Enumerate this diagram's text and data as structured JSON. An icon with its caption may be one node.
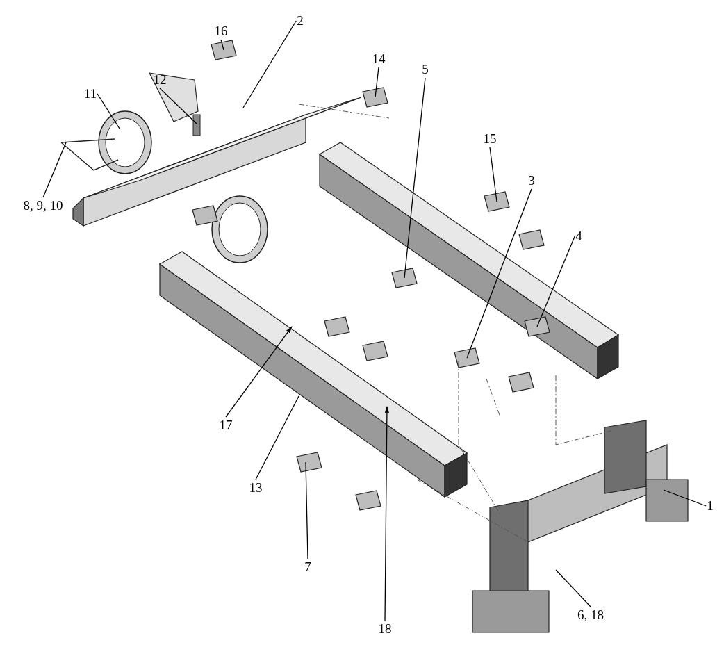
{
  "diagram": {
    "nodes": [
      {
        "text": [
          "16"
        ]
      },
      {
        "text": [
          "2"
        ]
      },
      {
        "text": [
          "12"
        ]
      },
      {
        "text": [
          "11"
        ]
      },
      {
        "text": [
          "14"
        ]
      },
      {
        "text": [
          "5"
        ]
      },
      {
        "text": [
          "15"
        ]
      },
      {
        "text": [
          "3"
        ]
      },
      {
        "text": [
          "4"
        ]
      },
      {
        "text": [
          "8, 9, 10"
        ]
      },
      {
        "text": [
          "17"
        ]
      },
      {
        "text": [
          "13"
        ]
      },
      {
        "text": [
          "1"
        ]
      },
      {
        "text": [
          "7"
        ]
      },
      {
        "text": [
          "6, 18"
        ]
      },
      {
        "text": [
          "18"
        ]
      }
    ],
    "edges": [
      {
        "from": 0,
        "to": null,
        "arrow": "none"
      },
      {
        "from": 1,
        "to": null,
        "arrow": "none"
      },
      {
        "from": 2,
        "to": null,
        "arrow": "none"
      },
      {
        "from": 3,
        "to": null,
        "arrow": "none"
      },
      {
        "from": 4,
        "to": null,
        "arrow": "none"
      },
      {
        "from": 5,
        "to": null,
        "arrow": "none"
      },
      {
        "from": 6,
        "to": null,
        "arrow": "none"
      },
      {
        "from": 7,
        "to": null,
        "arrow": "none"
      },
      {
        "from": 8,
        "to": null,
        "arrow": "none"
      },
      {
        "from": 9,
        "to": null,
        "arrow": "none"
      },
      {
        "from": 10,
        "to": null,
        "arrow": "to"
      },
      {
        "from": 11,
        "to": null,
        "arrow": "none"
      },
      {
        "from": 12,
        "to": null,
        "arrow": "none"
      },
      {
        "from": 13,
        "to": null,
        "arrow": "none"
      },
      {
        "from": 14,
        "to": null,
        "arrow": "none"
      },
      {
        "from": 15,
        "to": null,
        "arrow": "to"
      }
    ]
  }
}
